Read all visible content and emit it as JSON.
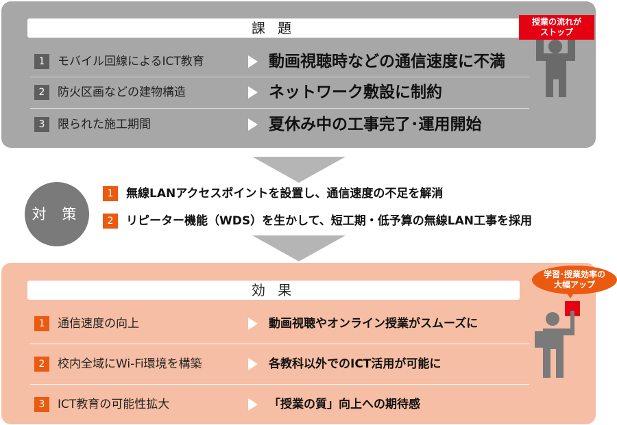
{
  "problems": {
    "title": "課 題",
    "badge_line1": "授業の流れが",
    "badge_line2": "ストップ",
    "rows": [
      {
        "num": "1",
        "left": "モバイル回線によるICT教育",
        "right": "動画視聴時などの通信速度に不満"
      },
      {
        "num": "2",
        "left": "防火区画などの建物構造",
        "right": "ネットワーク敷設に制約"
      },
      {
        "num": "3",
        "left": "限られた施工期間",
        "right": "夏休み中の工事完了･運用開始"
      }
    ]
  },
  "measures": {
    "title": "対 策",
    "items": [
      {
        "num": "1",
        "text": "無線LANアクセスポイントを設置し、通信速度の不足を解消"
      },
      {
        "num": "2",
        "text": "リピーター機能（WDS）を生かして、短工期・低予算の無線LAN工事を採用"
      }
    ]
  },
  "effects": {
    "title": "効 果",
    "bubble_line1": "学習･授業効率の",
    "bubble_line2": "大幅アップ",
    "rows": [
      {
        "num": "1",
        "left": "通信速度の向上",
        "right": "動画視聴やオンライン授業がスムーズに"
      },
      {
        "num": "2",
        "left": "校内全域にWi-Fi環境を構築",
        "right": "各教科以外でのICT活用が可能に"
      },
      {
        "num": "3",
        "left": "ICT教育の可能性拡大",
        "right": "「授業の質」向上への期待感"
      }
    ]
  },
  "colors": {
    "problem_panel": "#a7a7a7",
    "effect_panel": "#f6bea4",
    "accent_orange": "#ea5a10",
    "badge_red": "#e50012",
    "number_gray": "#5e5e5e"
  }
}
